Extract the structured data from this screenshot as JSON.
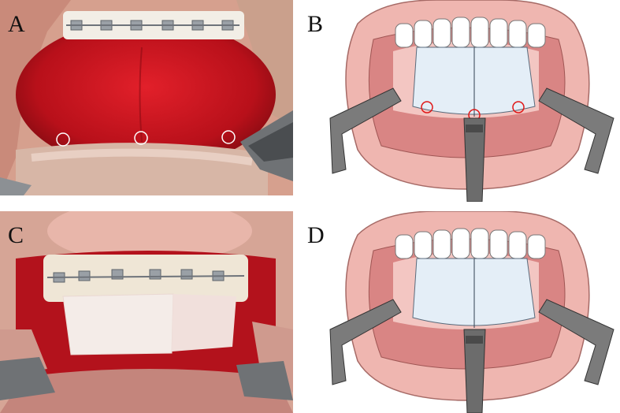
{
  "panels": [
    {
      "label": "A",
      "kind": "photo",
      "content": "intraoral-photo-flap-with-markers"
    },
    {
      "label": "B",
      "kind": "illustration",
      "content": "mouth-diagram-with-graft-and-markers"
    },
    {
      "label": "C",
      "kind": "photo",
      "content": "intraoral-photo-graft-placed"
    },
    {
      "label": "D",
      "kind": "illustration",
      "content": "mouth-diagram-with-graft"
    }
  ],
  "colors": {
    "tissue_red": "#c8141e",
    "gum_pink": "#e89a98",
    "lip_pink": "#efb6b0",
    "tooth": "#ffffff",
    "graft": "#e4eef7",
    "marker_red": "#e01818",
    "retractor": "#7b7b7b"
  }
}
